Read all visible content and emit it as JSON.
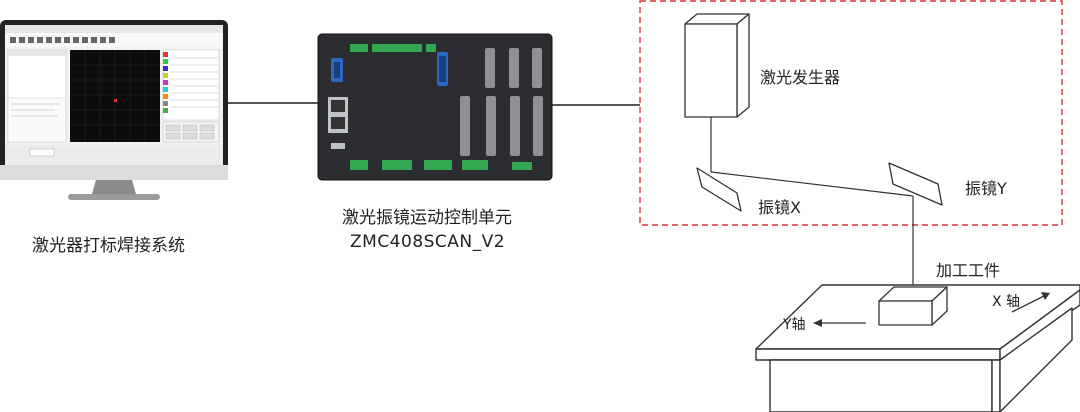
{
  "labels": {
    "pc_caption": "激光器打标焊接系统",
    "controller_name": "激光振镜运动控制单元",
    "controller_model": "ZMC408SCAN_V2",
    "laser_generator": "激光发生器",
    "galvo_x": "振镜X",
    "galvo_y": "振镜Y",
    "workpiece": "加工工件",
    "x_axis": "X 轴",
    "y_axis": "Y轴"
  },
  "colors": {
    "dashed_border": "#d9323c",
    "connection_line": "#555555",
    "outline": "#333333",
    "screen_dark": "#0d0d0d",
    "controller_body": "#2b2d30",
    "terminal_green": "#33a853",
    "vga_blue": "#2d68c4"
  }
}
